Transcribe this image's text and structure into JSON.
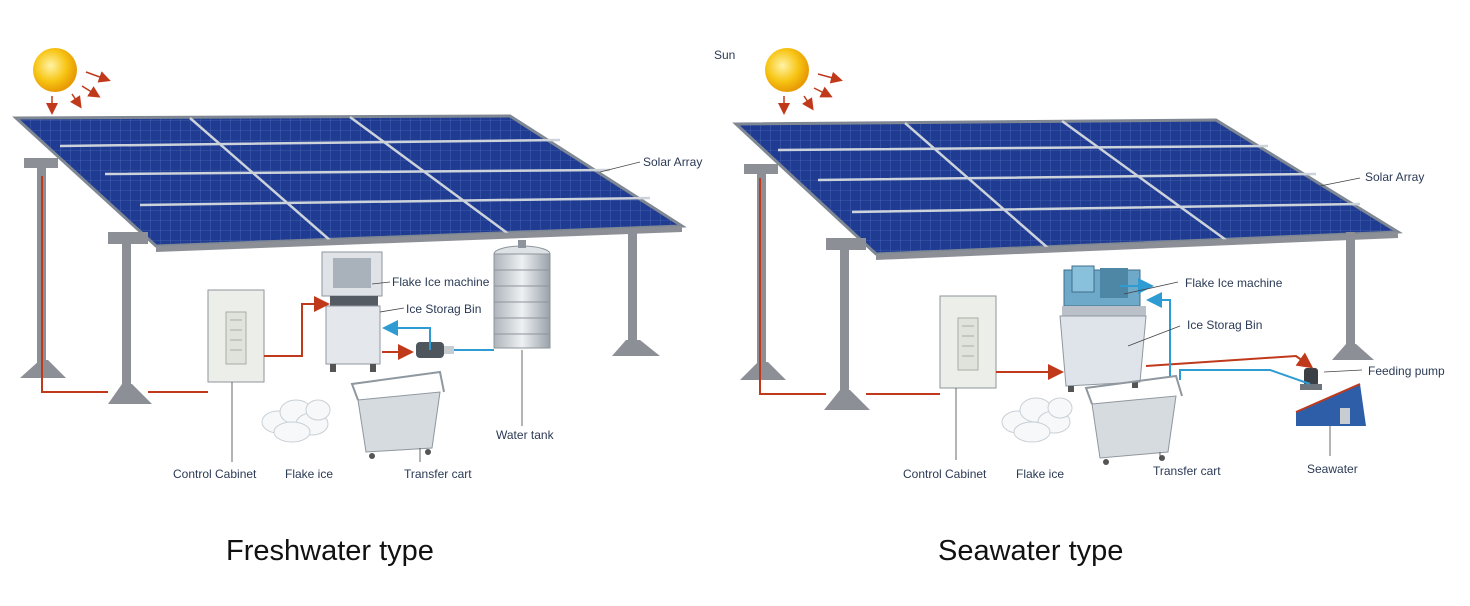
{
  "panels": [
    {
      "title": "Freshwater type",
      "labels": {
        "solar_array": "Solar Array",
        "flake_ice_machine": "Flake Ice machine",
        "ice_storage_bin": "Ice Storag Bin",
        "water_tank": "Water tank",
        "control_cabinet": "Control Cabinet",
        "flake_ice": "Flake ice",
        "transfer_cart": "Transfer cart"
      }
    },
    {
      "title": "Seawater type",
      "labels": {
        "sun": "Sun",
        "solar_array": "Solar Array",
        "flake_ice_machine": "Flake Ice machine",
        "ice_storage_bin": "Ice Storag Bin",
        "feeding_pump": "Feeding pump",
        "control_cabinet": "Control Cabinet",
        "flake_ice": "Flake ice",
        "transfer_cart": "Transfer cart",
        "seawater": "Seawater"
      }
    }
  ],
  "colors": {
    "panel_blue": "#1d3a8f",
    "frame": "#8c9096",
    "power_line": "#c0391b",
    "water_line": "#2f9bd3",
    "sun": "#f5c20c"
  }
}
